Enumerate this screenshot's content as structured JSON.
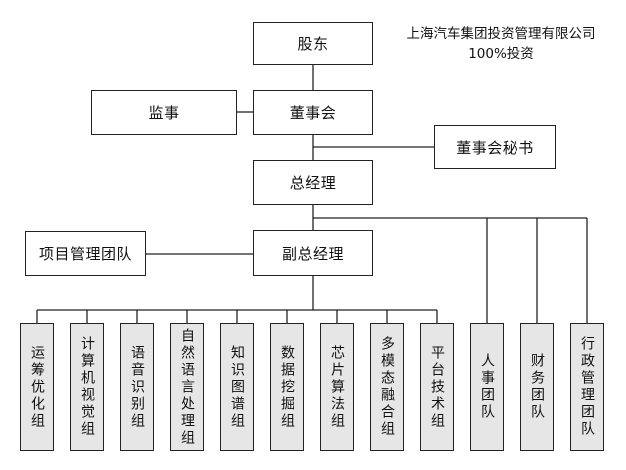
{
  "note": {
    "company": "上海汽车集团投资管理有限公司",
    "investment": "100%投资"
  },
  "nodes": {
    "shareholder": "股东",
    "board": "董事会",
    "supervisor": "监事",
    "board_secretary": "董事会秘书",
    "general_manager": "总经理",
    "deputy_general_manager": "副总经理",
    "project_management_team": "项目管理团队"
  },
  "groups": [
    "运筹优化组",
    "计算机视觉组",
    "语音识别组",
    "自然语言处理组",
    "知识图谱组",
    "数据挖掘组",
    "芯片算法组",
    "多模态融合组",
    "平台技术组",
    "人事团队",
    "财务团队",
    "行政管理团队"
  ]
}
